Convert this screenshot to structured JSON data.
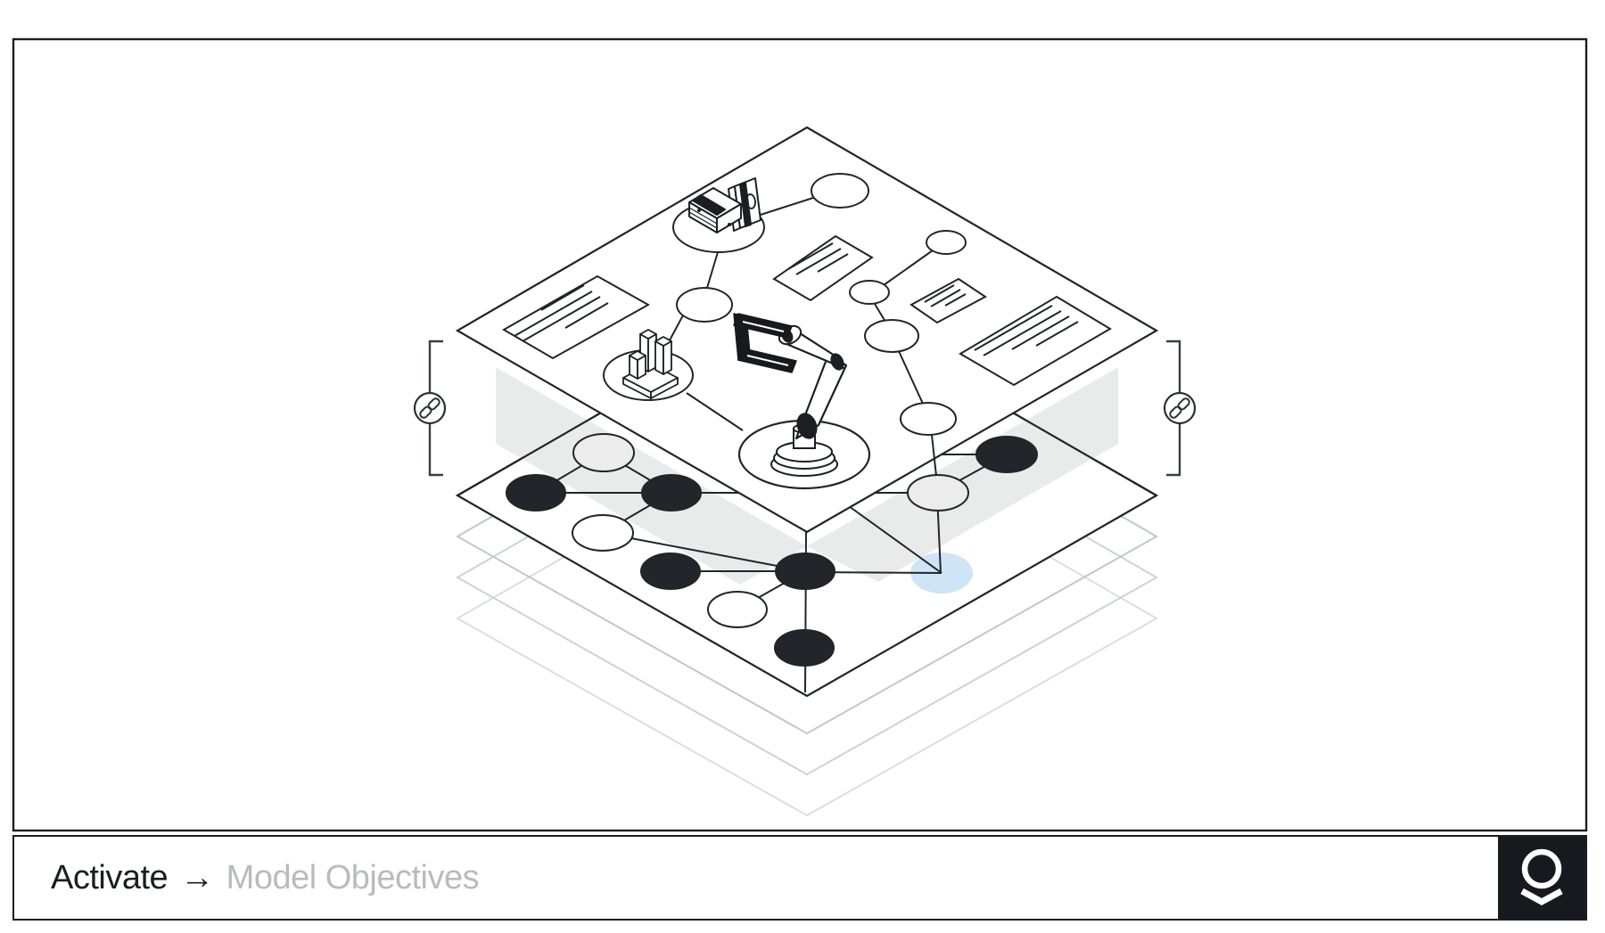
{
  "footer": {
    "step_label": "Activate",
    "arrow": "→",
    "target_label": "Model Objectives",
    "logo_name": "palantir-logo"
  },
  "illustration": {
    "type": "isometric-layer-diagram",
    "top_layer_icons": [
      "money-stack",
      "bar-chart",
      "robot-arm",
      "document-card x4",
      "circle-node x6"
    ],
    "link_badges": 2,
    "network_layer": {
      "black_nodes": 6,
      "white_nodes": 2,
      "gray_nodes": 2,
      "highlighted_nodes": 1
    },
    "stacked_outline_layers": 3
  },
  "colors": {
    "background": "#ffffff",
    "frame_border": "#1b1f23",
    "line": "#212529",
    "node_black": "#22262a",
    "node_gray": "#ececec",
    "highlight_node": "#cfe4f6",
    "shadow_band": "#e9eaea",
    "faded_layer": "#c2c7cb",
    "footer_text": "#1b1e21",
    "footer_muted": "#b9bbbd",
    "logo_bg": "#16191d"
  }
}
